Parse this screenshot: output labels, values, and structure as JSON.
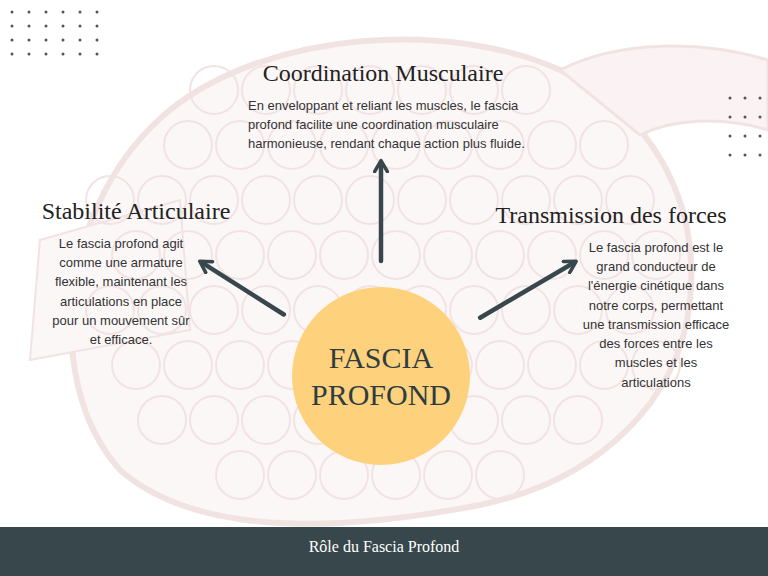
{
  "diagram": {
    "caption": "Rôle du Fascia Profond",
    "nodes": [
      {
        "text": [
          "Coordination Musculaire",
          "En enveloppant et reliant les muscles, le fascia profond facilite une coordination musculaire harmonieuse, rendant chaque action plus fluide."
        ]
      },
      {
        "text": [
          "Stabilité Articulaire",
          "Le fascia profond agit comme une armature flexible, maintenant les articulations en place pour un mouvement sûr et efficace."
        ]
      },
      {
        "text": [
          "Transmission des forces",
          "Le fascia profond est le grand conducteur de l'énergie cinétique dans notre corps, permettant une transmission efficace des forces entre les muscles et les articulations"
        ]
      },
      {
        "text": [
          "FASCIA PROFOND"
        ]
      }
    ],
    "edges": [
      {
        "from": 3,
        "to": 0,
        "arrow": "to"
      },
      {
        "from": 3,
        "to": 1,
        "arrow": "to"
      },
      {
        "from": 3,
        "to": 2,
        "arrow": "to"
      }
    ]
  }
}
